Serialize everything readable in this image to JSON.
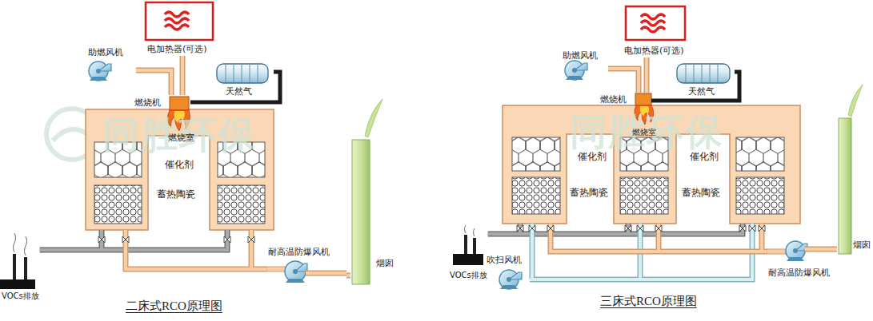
{
  "diagram": {
    "nodes": [
      {
        "text": [
          "电加热器(可选)"
        ]
      },
      {
        "text": [
          "助燃风机"
        ]
      },
      {
        "text": [
          "天然气"
        ]
      },
      {
        "text": [
          "燃烧机"
        ]
      },
      {
        "text": [
          "燃烧室",
          "催化剂",
          "蓄热陶瓷"
        ]
      },
      {
        "text": [
          "VOCs排放"
        ]
      },
      {
        "text": [
          "耐高温防爆风机"
        ]
      },
      {
        "text": [
          "烟囱"
        ]
      },
      {
        "text": [
          "电加热器(可选)"
        ]
      },
      {
        "text": [
          "助燃风机"
        ]
      },
      {
        "text": [
          "天然气"
        ]
      },
      {
        "text": [
          "燃烧机"
        ]
      },
      {
        "text": [
          "燃烧室",
          "催化剂",
          "催化剂",
          "蓄热陶瓷",
          "蓄热陶瓷"
        ]
      },
      {
        "text": [
          "VOCs排放"
        ]
      },
      {
        "text": [
          "吹扫风机"
        ]
      },
      {
        "text": [
          "耐高温防爆风机"
        ]
      },
      {
        "text": [
          "烟囱"
        ]
      }
    ],
    "edges": [
      {
        "from": 0,
        "to": 3,
        "arrow": "none"
      },
      {
        "from": 1,
        "to": 3,
        "arrow": "none"
      },
      {
        "from": 2,
        "to": 3,
        "arrow": "none"
      },
      {
        "from": 5,
        "to": 4,
        "arrow": "none"
      },
      {
        "from": 4,
        "to": 6,
        "arrow": "none"
      },
      {
        "from": 6,
        "to": 7,
        "arrow": "none"
      },
      {
        "from": 8,
        "to": 11,
        "arrow": "none"
      },
      {
        "from": 9,
        "to": 11,
        "arrow": "none"
      },
      {
        "from": 10,
        "to": 11,
        "arrow": "none"
      },
      {
        "from": 13,
        "to": 12,
        "arrow": "none"
      },
      {
        "from": 14,
        "to": 12,
        "arrow": "none"
      },
      {
        "from": 12,
        "to": 15,
        "arrow": "none"
      },
      {
        "from": 15,
        "to": 16,
        "arrow": "none"
      }
    ],
    "labels": [
      "同胜环保",
      "同胜环保",
      "二床式RCO原理图",
      "三床式RCO原理图"
    ]
  }
}
